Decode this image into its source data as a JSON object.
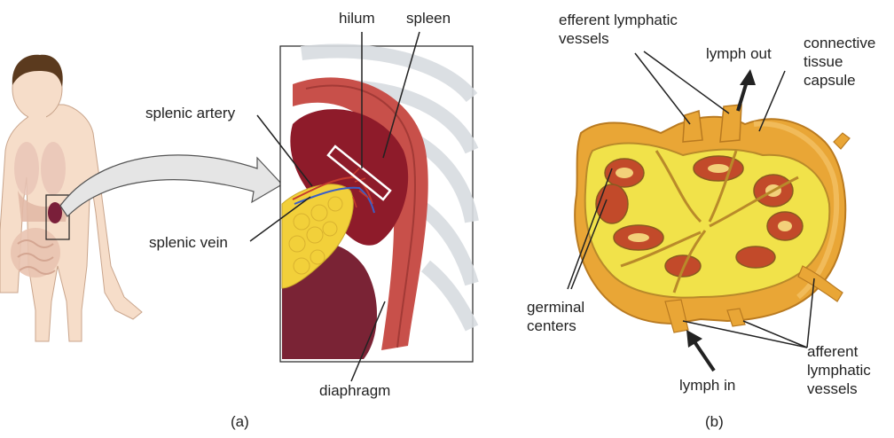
{
  "panel_a": {
    "caption": "(a)",
    "labels": {
      "hilum": "hilum",
      "spleen": "spleen",
      "splenic_artery": "splenic artery",
      "splenic_vein": "splenic vein",
      "diaphragm": "diaphragm"
    }
  },
  "panel_b": {
    "caption": "(b)",
    "labels": {
      "efferent_lymphatic_vessels": "efferent lymphatic\nvessels",
      "lymph_out": "lymph out",
      "connective_tissue_capsule": "connective\ntissue\ncapsule",
      "germinal_centers": "germinal\ncenters",
      "lymph_in": "lymph in",
      "afferent_lymphatic_vessels": "afferent\nlymphatic\nvessels"
    }
  },
  "colors": {
    "skin": "#f3d2bc",
    "hair": "#5b3a1e",
    "spleen": "#8e1b2a",
    "muscle": "#c8504a",
    "pancreas": "#f2d03a",
    "node_orange": "#e9a636",
    "node_yellow": "#f1e24a",
    "node_red": "#c24a2a"
  }
}
